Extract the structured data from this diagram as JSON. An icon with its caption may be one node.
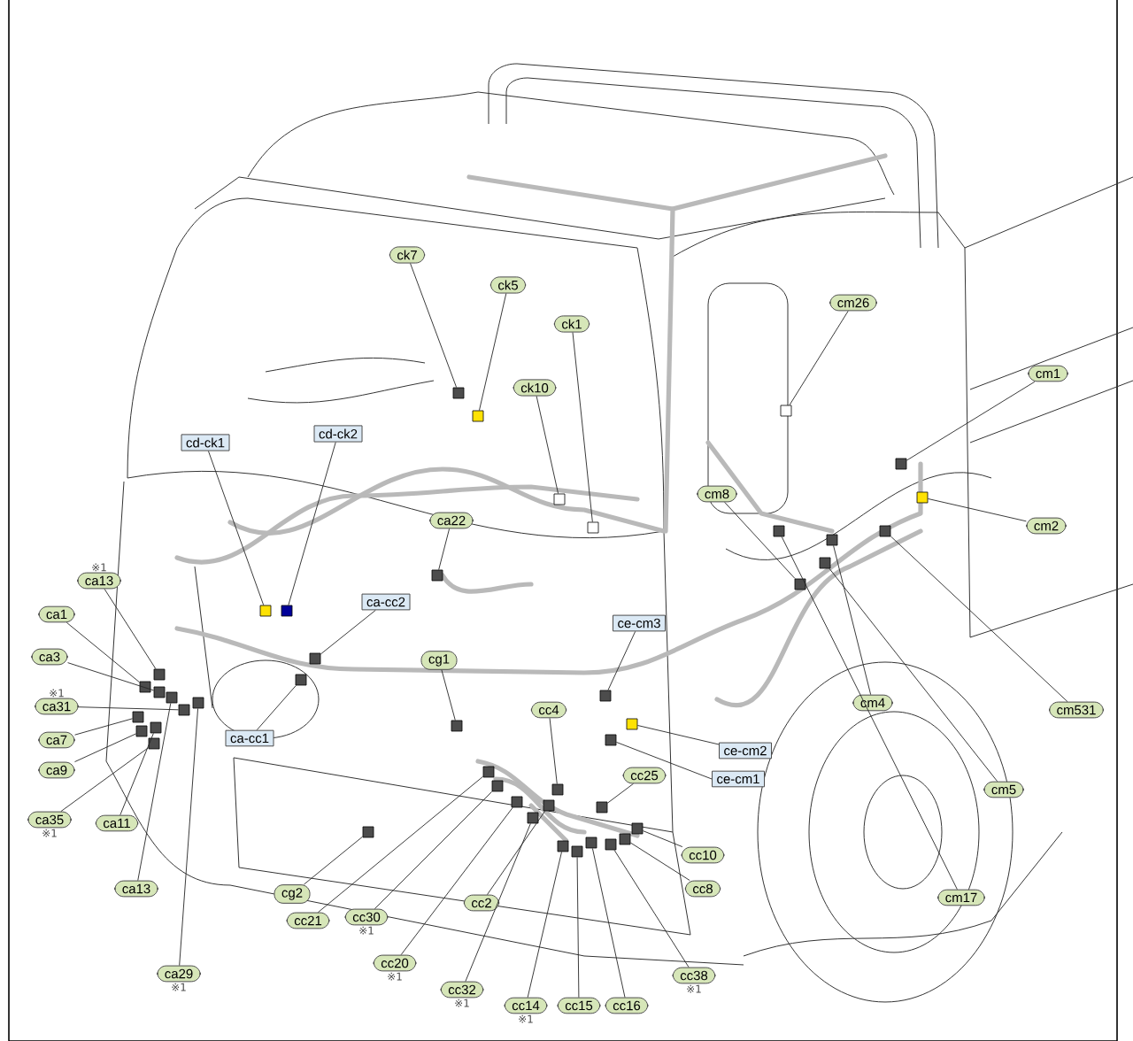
{
  "diagram": {
    "nodes": [
      {
        "text": [
          "ck7"
        ]
      },
      {
        "text": [
          "ck5"
        ]
      },
      {
        "text": [
          "ck1"
        ]
      },
      {
        "text": [
          "cm26"
        ]
      },
      {
        "text": [
          "cm1"
        ]
      },
      {
        "text": [
          "ck10"
        ]
      },
      {
        "text": [
          "cd-ck2"
        ]
      },
      {
        "text": [
          "cd-ck1"
        ]
      },
      {
        "text": [
          "cm8"
        ]
      },
      {
        "text": [
          "ca22"
        ]
      },
      {
        "text": [
          "cm2"
        ]
      },
      {
        "text": [
          "ca13"
        ],
        "beside": [
          "※1"
        ]
      },
      {
        "text": [
          "ca-cc2"
        ]
      },
      {
        "text": [
          "ca1"
        ]
      },
      {
        "text": [
          "ce-cm3"
        ]
      },
      {
        "text": [
          "ca3"
        ]
      },
      {
        "text": [
          "cg1"
        ]
      },
      {
        "text": [
          "ca31"
        ],
        "beside": [
          "※1"
        ]
      },
      {
        "text": [
          "cm4"
        ]
      },
      {
        "text": [
          "cm531"
        ]
      },
      {
        "text": [
          "cc4"
        ]
      },
      {
        "text": [
          "ca7"
        ]
      },
      {
        "text": [
          "ca-cc1"
        ]
      },
      {
        "text": [
          "ce-cm2"
        ]
      },
      {
        "text": [
          "ca9"
        ]
      },
      {
        "text": [
          "cc25"
        ]
      },
      {
        "text": [
          "ce-cm1"
        ]
      },
      {
        "text": [
          "cm5"
        ]
      },
      {
        "text": [
          "ca35"
        ],
        "beside": [
          "※1"
        ]
      },
      {
        "text": [
          "ca11"
        ]
      },
      {
        "text": [
          "cc10"
        ]
      },
      {
        "text": [
          "cg2"
        ]
      },
      {
        "text": [
          "cc8"
        ]
      },
      {
        "text": [
          "ca13"
        ]
      },
      {
        "text": [
          "cm17"
        ]
      },
      {
        "text": [
          "cc2"
        ]
      },
      {
        "text": [
          "cc30"
        ],
        "beside": [
          "※1"
        ]
      },
      {
        "text": [
          "cc21"
        ]
      },
      {
        "text": [
          "cc20"
        ],
        "beside": [
          "※1"
        ]
      },
      {
        "text": [
          "ca29"
        ],
        "beside": [
          "※1"
        ]
      },
      {
        "text": [
          "cc38"
        ],
        "beside": [
          "※1"
        ]
      },
      {
        "text": [
          "cc32"
        ],
        "beside": [
          "※1"
        ]
      },
      {
        "text": [
          "cc16"
        ]
      },
      {
        "text": [
          "cc15"
        ]
      },
      {
        "text": [
          "cc14"
        ],
        "beside": [
          "※1"
        ]
      },
      {
        "text": [],
        "shape": "box"
      },
      {
        "text": [],
        "shape": "box"
      },
      {
        "text": [],
        "shape": "box"
      },
      {
        "text": [],
        "shape": "box"
      },
      {
        "text": [],
        "shape": "box"
      },
      {
        "text": [],
        "shape": "box"
      },
      {
        "text": [],
        "shape": "box"
      },
      {
        "text": [],
        "shape": "box"
      },
      {
        "text": [],
        "shape": "box"
      },
      {
        "text": [],
        "shape": "box"
      },
      {
        "text": [],
        "shape": "box"
      },
      {
        "text": [],
        "shape": "box"
      },
      {
        "text": [],
        "shape": "box"
      },
      {
        "text": [],
        "shape": "box"
      },
      {
        "text": [],
        "shape": "box"
      },
      {
        "text": [],
        "shape": "box"
      },
      {
        "text": [],
        "shape": "box"
      },
      {
        "text": [],
        "shape": "box"
      },
      {
        "text": [],
        "shape": "box"
      },
      {
        "text": [],
        "shape": "box"
      },
      {
        "text": [],
        "shape": "box"
      },
      {
        "text": [],
        "shape": "box"
      },
      {
        "text": [],
        "shape": "box"
      },
      {
        "text": [],
        "shape": "box"
      },
      {
        "text": [],
        "shape": "box"
      },
      {
        "text": [],
        "shape": "box"
      },
      {
        "text": [],
        "shape": "box"
      },
      {
        "text": [],
        "shape": "box"
      },
      {
        "text": [],
        "shape": "box"
      },
      {
        "text": [],
        "shape": "box"
      },
      {
        "text": [],
        "shape": "box"
      },
      {
        "text": [],
        "shape": "box"
      },
      {
        "text": [],
        "shape": "box"
      },
      {
        "text": [],
        "shape": "box"
      },
      {
        "text": [],
        "shape": "box"
      },
      {
        "text": [],
        "shape": "box"
      },
      {
        "text": [],
        "shape": "box"
      },
      {
        "text": [],
        "shape": "box"
      },
      {
        "text": [],
        "shape": "box"
      },
      {
        "text": [],
        "shape": "box"
      },
      {
        "text": [],
        "shape": "box"
      },
      {
        "text": [],
        "shape": "box"
      },
      {
        "text": [],
        "shape": "box"
      },
      {
        "text": [],
        "shape": "box"
      },
      {
        "text": [],
        "shape": "box"
      }
    ],
    "edges": [
      {
        "from": 0,
        "to": 45,
        "arrow": "none"
      },
      {
        "from": 1,
        "to": 46,
        "arrow": "none"
      },
      {
        "from": 2,
        "to": 47,
        "arrow": "none"
      },
      {
        "from": 3,
        "to": 48,
        "arrow": "none"
      },
      {
        "from": 4,
        "to": 49,
        "arrow": "none"
      },
      {
        "from": 5,
        "to": 50,
        "arrow": "none"
      },
      {
        "from": 6,
        "to": 51,
        "arrow": "none"
      },
      {
        "from": 7,
        "to": 52,
        "arrow": "none"
      },
      {
        "from": 8,
        "to": 53,
        "arrow": "none"
      },
      {
        "from": 9,
        "to": 54,
        "arrow": "none"
      },
      {
        "from": 10,
        "to": 55,
        "arrow": "none"
      },
      {
        "from": 11,
        "to": 56,
        "arrow": "none"
      },
      {
        "from": 12,
        "to": 57,
        "arrow": "none"
      },
      {
        "from": 13,
        "to": 58,
        "arrow": "none"
      },
      {
        "from": 14,
        "to": 59,
        "arrow": "none"
      },
      {
        "from": 15,
        "to": 60,
        "arrow": "none"
      },
      {
        "from": 16,
        "to": 61,
        "arrow": "none"
      },
      {
        "from": 17,
        "to": 62,
        "arrow": "none"
      },
      {
        "from": 18,
        "to": 63,
        "arrow": "none"
      },
      {
        "from": 19,
        "to": 64,
        "arrow": "none"
      },
      {
        "from": 20,
        "to": 65,
        "arrow": "none"
      },
      {
        "from": 21,
        "to": 66,
        "arrow": "none"
      },
      {
        "from": 22,
        "to": 67,
        "arrow": "none"
      },
      {
        "from": 23,
        "to": 68,
        "arrow": "none"
      },
      {
        "from": 24,
        "to": 69,
        "arrow": "none"
      },
      {
        "from": 25,
        "to": 70,
        "arrow": "none"
      },
      {
        "from": 26,
        "to": 71,
        "arrow": "none"
      },
      {
        "from": 27,
        "to": 72,
        "arrow": "none"
      },
      {
        "from": 28,
        "to": 73,
        "arrow": "none"
      },
      {
        "from": 29,
        "to": 74,
        "arrow": "none"
      },
      {
        "from": 30,
        "to": 75,
        "arrow": "none"
      },
      {
        "from": 31,
        "to": 76,
        "arrow": "none"
      },
      {
        "from": 32,
        "to": 77,
        "arrow": "none"
      },
      {
        "from": 33,
        "to": 78,
        "arrow": "none"
      },
      {
        "from": 34,
        "to": 79,
        "arrow": "none"
      },
      {
        "from": 35,
        "to": 80,
        "arrow": "none"
      },
      {
        "from": 36,
        "to": 81,
        "arrow": "none"
      },
      {
        "from": 37,
        "to": 82,
        "arrow": "none"
      },
      {
        "from": 38,
        "to": 83,
        "arrow": "none"
      },
      {
        "from": 39,
        "to": 84,
        "arrow": "none"
      },
      {
        "from": 40,
        "to": 85,
        "arrow": "none"
      },
      {
        "from": 41,
        "to": 86,
        "arrow": "none"
      },
      {
        "from": 42,
        "to": 87,
        "arrow": "none"
      },
      {
        "from": 43,
        "to": 88,
        "arrow": "none"
      },
      {
        "from": 44,
        "to": 89,
        "arrow": "none"
      }
    ]
  }
}
